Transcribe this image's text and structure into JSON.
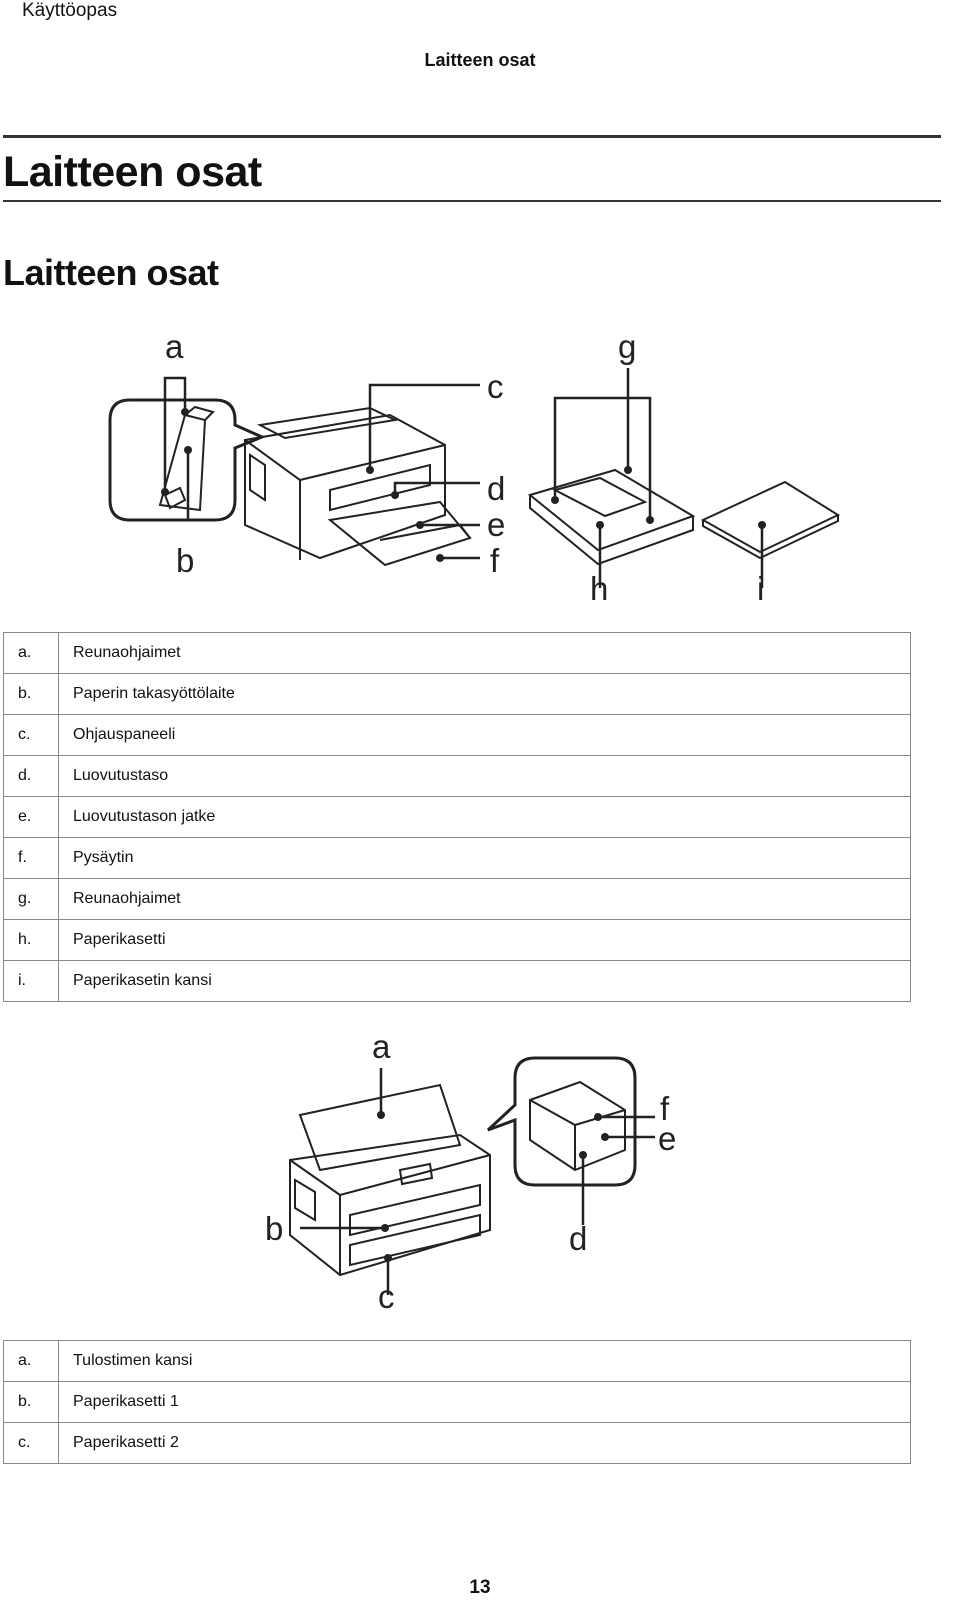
{
  "header": {
    "running_title": "Käyttöopas",
    "section": "Laitteen osat"
  },
  "chapter_title": "Laitteen osat",
  "section_title": "Laitteen osat",
  "figure1": {
    "labels": [
      "a",
      "b",
      "c",
      "d",
      "e",
      "f",
      "g",
      "h",
      "i"
    ]
  },
  "table1": [
    {
      "letter": "a.",
      "text": "Reunaohjaimet"
    },
    {
      "letter": "b.",
      "text": "Paperin takasyöttölaite"
    },
    {
      "letter": "c.",
      "text": "Ohjauspaneeli"
    },
    {
      "letter": "d.",
      "text": "Luovutustaso"
    },
    {
      "letter": "e.",
      "text": "Luovutustason jatke"
    },
    {
      "letter": "f.",
      "text": "Pysäytin"
    },
    {
      "letter": "g.",
      "text": "Reunaohjaimet"
    },
    {
      "letter": "h.",
      "text": "Paperikasetti"
    },
    {
      "letter": "i.",
      "text": "Paperikasetin kansi"
    }
  ],
  "figure2": {
    "labels": [
      "a",
      "b",
      "c",
      "d",
      "e",
      "f"
    ]
  },
  "table2": [
    {
      "letter": "a.",
      "text": "Tulostimen kansi"
    },
    {
      "letter": "b.",
      "text": "Paperikasetti 1"
    },
    {
      "letter": "c.",
      "text": "Paperikasetti 2"
    }
  ],
  "page_number": "13"
}
